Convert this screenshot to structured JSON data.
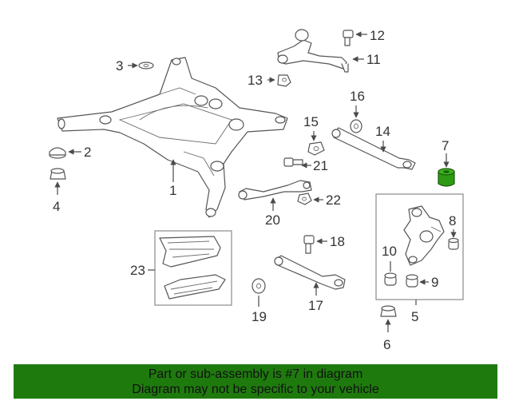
{
  "diagram": {
    "callouts": [
      "1",
      "2",
      "3",
      "4",
      "5",
      "6",
      "7",
      "8",
      "9",
      "10",
      "11",
      "12",
      "13",
      "14",
      "15",
      "16",
      "17",
      "18",
      "19",
      "20",
      "21",
      "22",
      "23"
    ],
    "highlight_callout": "7",
    "highlight_color": "#2e9a14"
  },
  "banner": {
    "line1": "Part or sub-assembly is #7 in diagram",
    "line2": "Diagram may not be specific to your vehicle",
    "background": "#1f7a0e"
  }
}
